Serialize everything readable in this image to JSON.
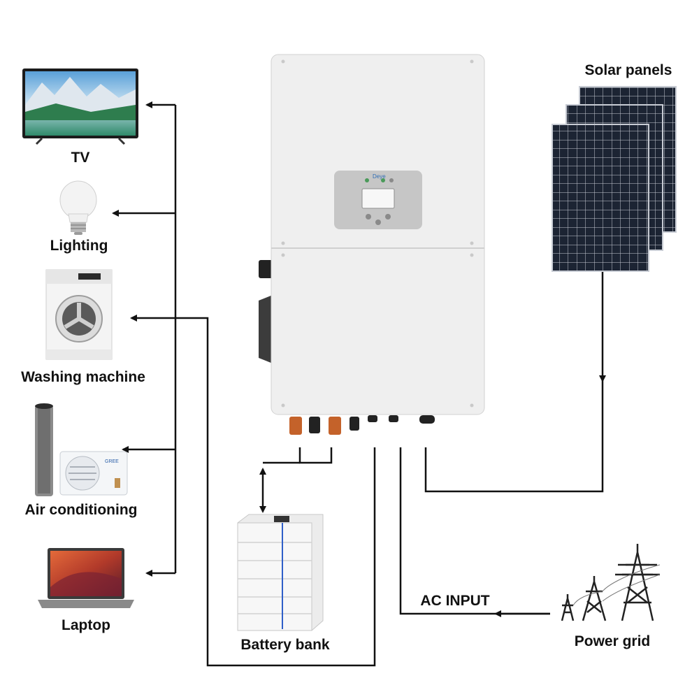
{
  "diagram": {
    "appliances": [
      {
        "id": "tv",
        "label": "TV",
        "icon": "tv-icon"
      },
      {
        "id": "lighting",
        "label": "Lighting",
        "icon": "light-bulb-icon"
      },
      {
        "id": "washing",
        "label": "Washing machine",
        "icon": "washing-machine-icon"
      },
      {
        "id": "ac",
        "label": "Air conditioning",
        "icon": "air-conditioner-icon"
      },
      {
        "id": "laptop",
        "label": "Laptop",
        "icon": "laptop-icon"
      }
    ],
    "inverter": {
      "icon": "hybrid-inverter-icon",
      "brand": "Deye"
    },
    "solar_panels": {
      "label": "Solar panels",
      "icon": "solar-panel-icon"
    },
    "battery_bank": {
      "label": "Battery bank",
      "icon": "battery-bank-icon"
    },
    "power_grid": {
      "label": "Power grid",
      "icon": "power-tower-icon"
    },
    "ac_input": {
      "label": "AC INPUT"
    },
    "colors": {
      "line": "#111111",
      "inverter_body": "#efefef",
      "panel_cell": "#1c2433"
    }
  }
}
